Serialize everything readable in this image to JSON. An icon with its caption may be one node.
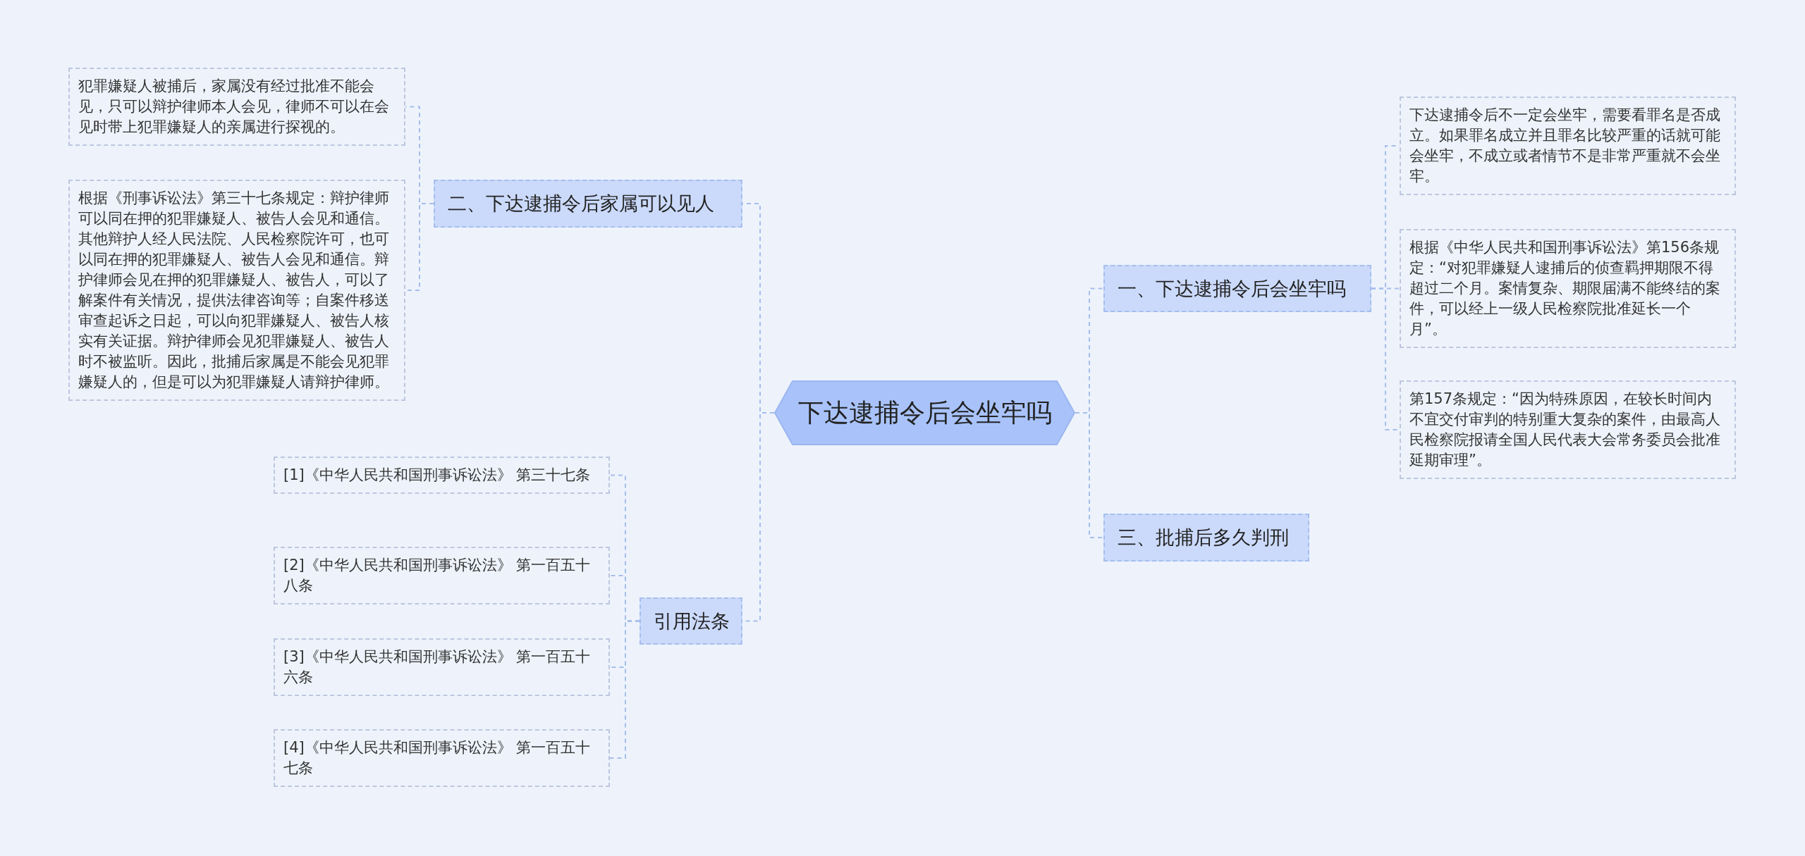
{
  "diagram": {
    "nodes": [
      {
        "text": [
          "下达逮捕令后会坐牢吗"
        ]
      },
      {
        "text": [
          "一、下达逮捕令后会坐牢吗"
        ]
      },
      {
        "text": [
          "下达逮捕令后不一定会坐牢，需要看罪名是否成立。如果罪名成立并且罪名比较严重的话就可能会坐牢，不成立或者情节不是非常严重就不会坐牢。"
        ]
      },
      {
        "text": [
          "根据《中华人民共和国刑事诉讼法》第156条规定：“对犯罪嫌疑人逮捕后的侦查羁押期限不得超过二个月。案情复杂、期限届满不能终结的案件，可以经上一级人民检察院批准延长一个月”。"
        ]
      },
      {
        "text": [
          "第157条规定：“因为特殊原因，在较长时间内不宜交付审判的特别重大复杂的案件，由最高人民检察院报请全国人民代表大会常务委员会批准延期审理”。"
        ]
      },
      {
        "text": [
          "三、批捕后多久判刑"
        ]
      },
      {
        "text": [
          "二、下达逮捕令后家属可以见人"
        ]
      },
      {
        "text": [
          "犯罪嫌疑人被捕后，家属没有经过批准不能会见，只可以辩护律师本人会见，律师不可以在会见时带上犯罪嫌疑人的亲属进行探视的。"
        ]
      },
      {
        "text": [
          "根据《刑事诉讼法》第三十七条规定：辩护律师可以同在押的犯罪嫌疑人、被告人会见和通信。其他辩护人经人民法院、人民检察院许可，也可以同在押的犯罪嫌疑人、被告人会见和通信。辩护律师会见在押的犯罪嫌疑人、被告人，可以了解案件有关情况，提供法律咨询等；自案件移送审查起诉之日起，可以向犯罪嫌疑人、被告人核实有关证据。辩护律师会见犯罪嫌疑人、被告人时不被监听。因此，批捕后家属是不能会见犯罪嫌疑人的，但是可以为犯罪嫌疑人请辩护律师。"
        ]
      },
      {
        "text": [
          "引用法条"
        ]
      },
      {
        "text": [
          "[1]《中华人民共和国刑事诉讼法》 第三十七条"
        ]
      },
      {
        "text": [
          "[2]《中华人民共和国刑事诉讼法》 第一百五十八条"
        ]
      },
      {
        "text": [
          "[3]《中华人民共和国刑事诉讼法》 第一百五十六条"
        ]
      },
      {
        "text": [
          "[4]《中华人民共和国刑事诉讼法》 第一百五十七条"
        ]
      }
    ],
    "edges": [
      {
        "from": 0,
        "to": 1,
        "arrow": "none"
      },
      {
        "from": 1,
        "to": 2,
        "arrow": "none"
      },
      {
        "from": 1,
        "to": 3,
        "arrow": "none"
      },
      {
        "from": 1,
        "to": 4,
        "arrow": "none"
      },
      {
        "from": 0,
        "to": 5,
        "arrow": "none"
      },
      {
        "from": 0,
        "to": 6,
        "arrow": "none"
      },
      {
        "from": 6,
        "to": 7,
        "arrow": "none"
      },
      {
        "from": 6,
        "to": 8,
        "arrow": "none"
      },
      {
        "from": 0,
        "to": 9,
        "arrow": "none"
      },
      {
        "from": 9,
        "to": 10,
        "arrow": "none"
      },
      {
        "from": 9,
        "to": 11,
        "arrow": "none"
      },
      {
        "from": 9,
        "to": 12,
        "arrow": "none"
      },
      {
        "from": 9,
        "to": 13,
        "arrow": "none"
      }
    ]
  }
}
